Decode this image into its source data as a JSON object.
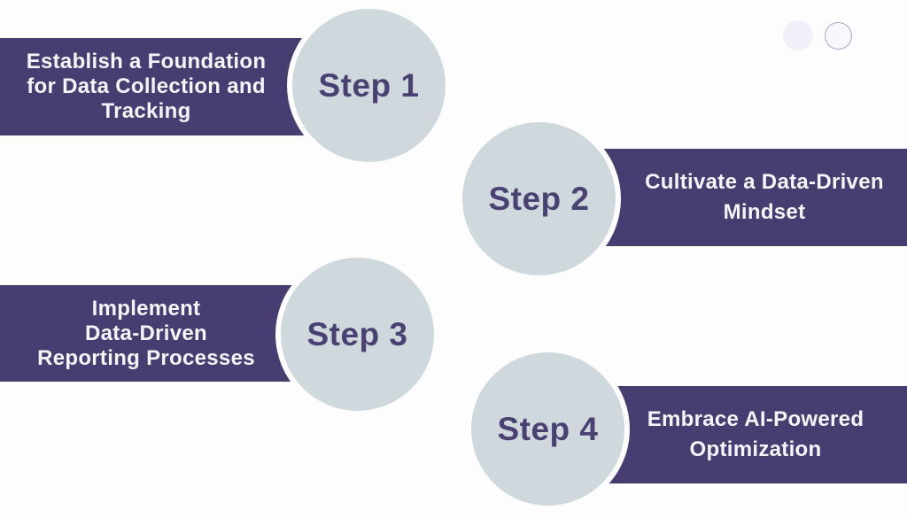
{
  "canvas": {
    "background": "#FDFDFE"
  },
  "colors": {
    "banner": "#473D70",
    "banner_text": "#F5F4F9",
    "circle_fill": "#CFD8DC",
    "step_label": "#4A4173",
    "decor_dot_fill": "#F1F0F9",
    "decor_ring_border": "#ABA5CC",
    "decor_ring_fill": "#F8F8FC"
  },
  "steps": [
    {
      "label": "Step 1",
      "title": "Establish a Foundation for Data Collection and Tracking",
      "lines": [
        "Establish a Foundation",
        "for Data Collection and",
        "Tracking"
      ]
    },
    {
      "label": "Step 2",
      "title": "Cultivate a Data-Driven Mindset",
      "lines": [
        "Cultivate a Data-Driven",
        "Mindset"
      ]
    },
    {
      "label": "Step 3",
      "title": "Implement Data-Driven Reporting Processes",
      "lines": [
        "Implement",
        "Data-Driven",
        "Reporting Processes"
      ]
    },
    {
      "label": "Step 4",
      "title": "Embrace AI-Powered Optimization",
      "lines": [
        "Embrace AI-Powered",
        "Optimization"
      ]
    }
  ]
}
